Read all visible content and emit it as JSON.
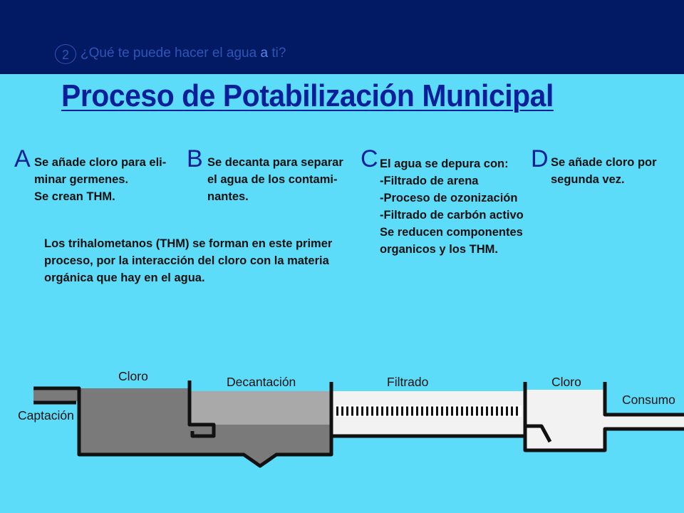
{
  "header": {
    "slide_number": "2",
    "question_prefix": "¿Qué te puede hacer el agua ",
    "question_highlight": "a",
    "question_suffix": " ti?"
  },
  "title": "Proceso de Potabilización Municipal",
  "steps": [
    {
      "letter": "A",
      "text": "Se añade cloro para eli-\nminar germenes.\nSe crean THM."
    },
    {
      "letter": "B",
      "text": "Se decanta para separar\nel agua de los contami-\nnantes."
    },
    {
      "letter": "C",
      "text": "El agua se depura con:\n-Filtrado de arena\n-Proceso de ozonización\n-Filtrado de carbón activo\nSe reducen componentes\norganicos y los THM."
    },
    {
      "letter": "D",
      "text": "Se añade cloro por\nsegunda vez."
    }
  ],
  "note": "Los trihalometanos (THM) se forman en este primer proceso, por la interacción del cloro con la materia orgánica que hay en el agua.",
  "stages": {
    "captacion": "Captación",
    "cloro_1": "Cloro",
    "decantacion": "Decantación",
    "filtrado": "Filtrado",
    "cloro_2": "Cloro",
    "consumo": "Consumo"
  },
  "colors": {
    "background": "#5CDCF9",
    "header": "#021A63",
    "title": "#0B1F9A",
    "raw_water": "#7A7A7A",
    "settling_water": "#A9A9A9",
    "clean_water": "#F2F2F2"
  }
}
